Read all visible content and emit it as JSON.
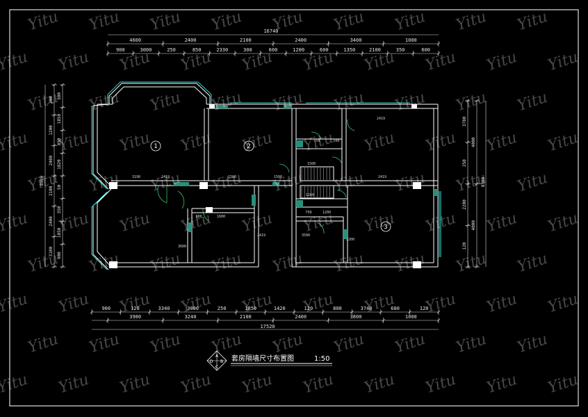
{
  "watermark": {
    "text": "Yitu"
  },
  "title": {
    "main": "套房隔墙尺寸布置图",
    "scale": "1:50"
  },
  "detail_badge": {
    "a": "A",
    "b": "B",
    "c": "C",
    "d": "D"
  },
  "rooms": [
    "1",
    "2",
    "3"
  ],
  "top_dims": {
    "overall": "16740",
    "row1": [
      "4600",
      "2400",
      "2100",
      "2400",
      "3400",
      "1000"
    ],
    "row2": [
      "900",
      "3000",
      "250",
      "850",
      "2330",
      "300",
      "600",
      "1200",
      "600",
      "1350",
      "2100",
      "350",
      "600"
    ]
  },
  "bottom_dims": {
    "overall": "17520",
    "row1": [
      "900",
      "120",
      "3340",
      "3000",
      "250",
      "1850",
      "1420",
      "120",
      "800",
      "3740",
      "680",
      "120"
    ],
    "row2": [
      "3980",
      "3240",
      "2100",
      "2400",
      "3800",
      "1000"
    ]
  },
  "left_dims": {
    "overall": "8900",
    "row1": [
      "300",
      "1200",
      "2400",
      "2100",
      "2400",
      "3100"
    ],
    "row2": [
      "500",
      "1850",
      "850",
      "1820",
      "50",
      "350",
      "1850",
      "900"
    ]
  },
  "right_dims": {
    "overall": "8300",
    "row1": [
      "3780",
      "250",
      "2200",
      "120"
    ],
    "row2": [
      "4000",
      "4000"
    ]
  },
  "inner_labels": {
    "l1": "3190",
    "l2": "2419",
    "l3": "1500",
    "l4": "1500",
    "l5": "750",
    "l6": "1500",
    "l7": "2419",
    "l8": "2419",
    "l9": "500",
    "l10": "1260",
    "l11": "1200",
    "l12": "750",
    "l13": "800",
    "l14": "1600",
    "l15": "2419",
    "l16": "3600",
    "l17": "3500",
    "l18": "2200"
  }
}
